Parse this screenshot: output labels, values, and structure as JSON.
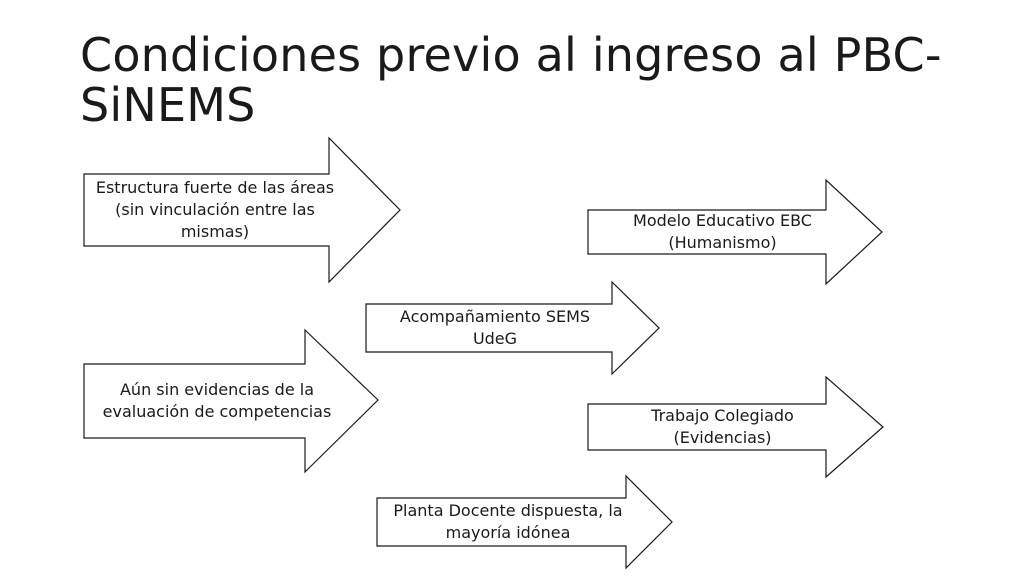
{
  "slide": {
    "title_line1": "Condiciones previo al ingreso al PBC-",
    "title_line2": "SiNEMS"
  },
  "arrows": [
    {
      "id": "estructura",
      "text": "Estructura fuerte de las áreas (sin vinculación entre las mismas)"
    },
    {
      "id": "modelo",
      "text": "Modelo Educativo EBC (Humanismo)"
    },
    {
      "id": "acompanamiento",
      "text": "Acompañamiento SEMS UdeG"
    },
    {
      "id": "evidencias",
      "text": "Aún sin evidencias de la evaluación de competencias"
    },
    {
      "id": "trabajo",
      "text": "Trabajo Colegiado (Evidencias)"
    },
    {
      "id": "planta",
      "text": "Planta Docente dispuesta, la mayoría idónea"
    }
  ]
}
